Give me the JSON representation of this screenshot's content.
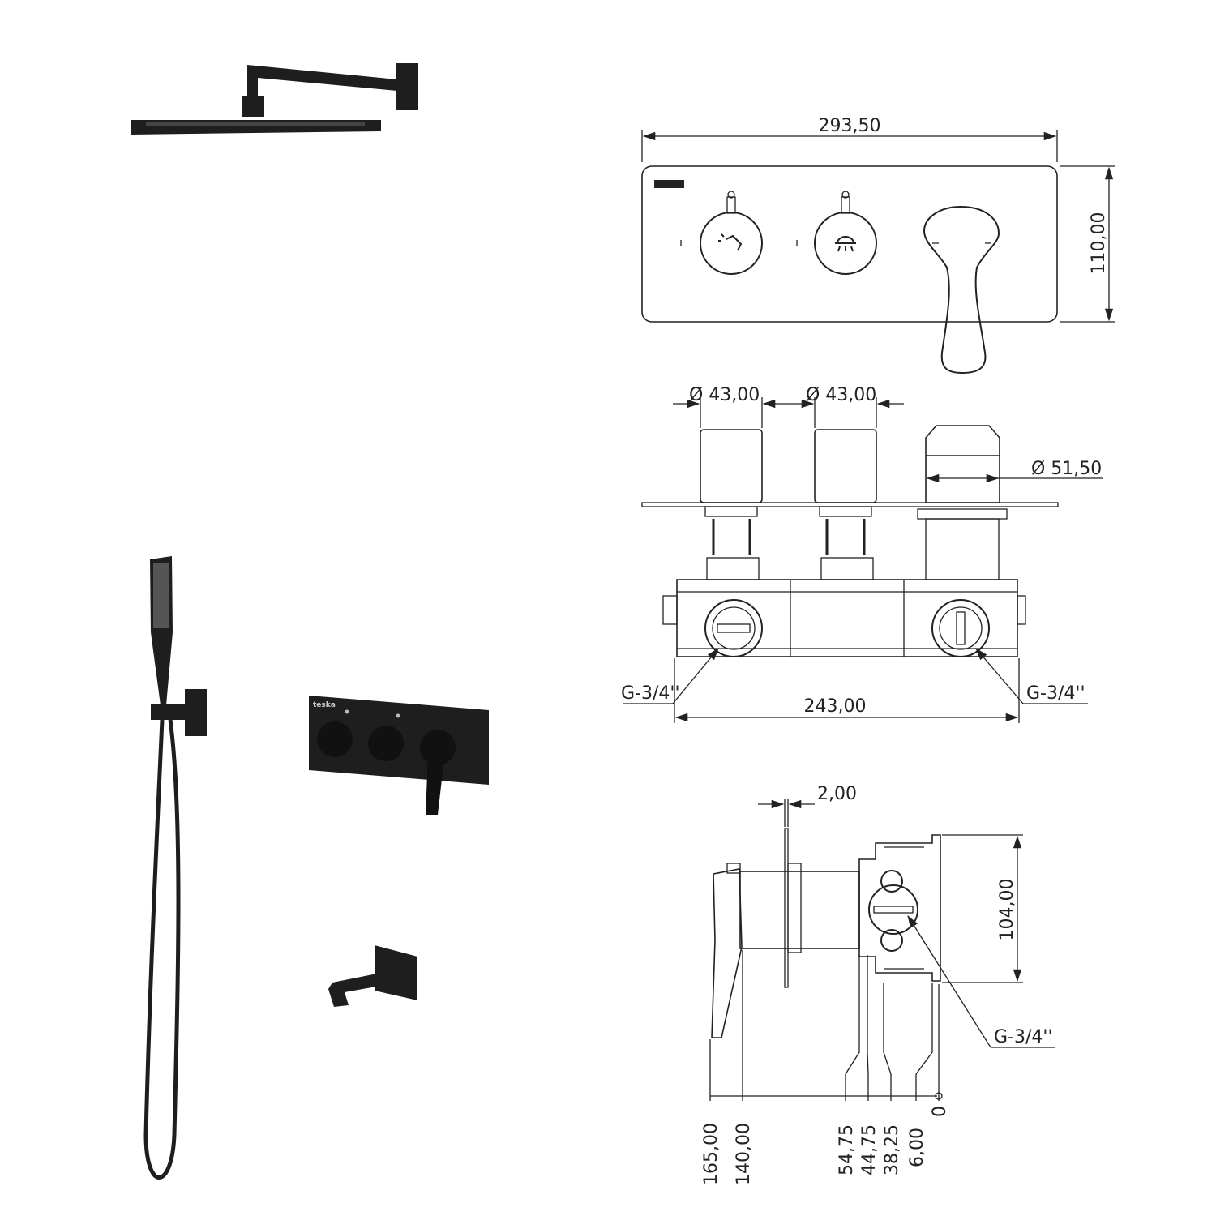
{
  "brand_logo": "teska",
  "colors": {
    "line": "#222222",
    "product": "#1e1e1e",
    "background": "#ffffff"
  },
  "products": {
    "items": [
      "rain-shower-head",
      "hand-shower-with-holder",
      "thermostatic-panel",
      "bath-spout"
    ]
  },
  "front_view": {
    "width_dim": "293,50",
    "height_dim": "110,00",
    "knob_icons": [
      "hand-shower-icon",
      "rain-shower-icon"
    ]
  },
  "top_view": {
    "knob1_dia": "Ø 43,00",
    "knob2_dia": "Ø 43,00",
    "lever_dia": "Ø 51,50",
    "connection_left": "G-3/4''",
    "connection_right": "G-3/4''",
    "body_width": "243,00"
  },
  "side_view": {
    "plate_thickness": "2,00",
    "body_height": "104,00",
    "connection": "G-3/4''",
    "depth_dims": [
      "165,00",
      "140,00",
      "54,75",
      "44,75",
      "38,25",
      "6,00",
      "0"
    ]
  }
}
